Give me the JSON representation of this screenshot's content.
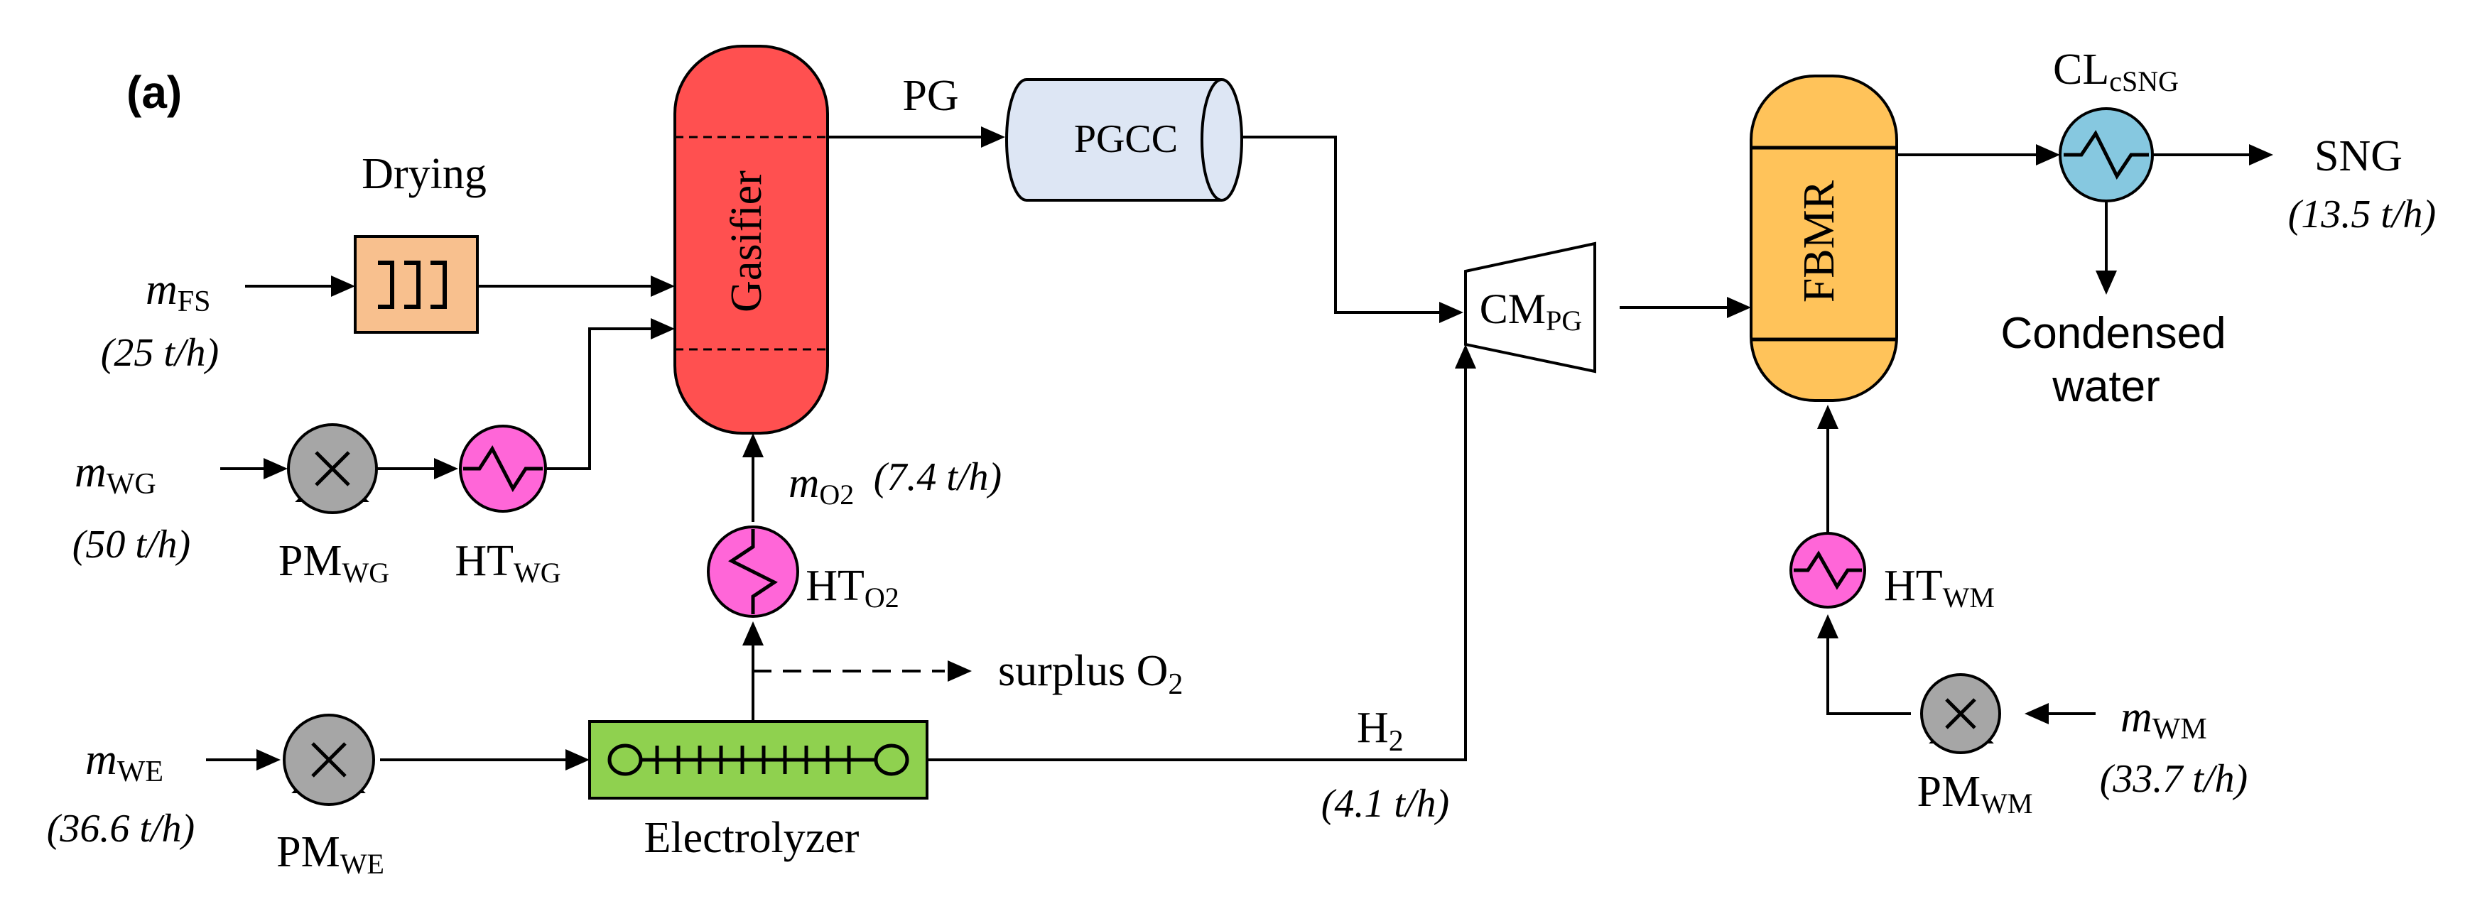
{
  "panel_label": "(a)",
  "colors": {
    "gasifier": "#ff5050",
    "drying": "#f8c08e",
    "pgcc": "#dde6f4",
    "fbmr": "#ffc35a",
    "heater": "#ff66d8",
    "cooler": "#86c8e0",
    "pump": "#a6a6a6",
    "electrolyzer": "#8fd14f"
  },
  "units": {
    "gasifier": "Gasifier",
    "drying": "Drying",
    "pgcc": "PGCC",
    "fbmr": "FBMR",
    "electrolyzer": "Electrolyzer",
    "cm_pg": {
      "main": "CM",
      "sub": "PG"
    },
    "cl_csng": {
      "main": "CL",
      "sub": "cSNG"
    },
    "ht_wg": {
      "main": "HT",
      "sub": "WG"
    },
    "ht_o2": {
      "main": "HT",
      "sub": "O2"
    },
    "ht_wm": {
      "main": "HT",
      "sub": "WM"
    },
    "pm_wg": {
      "main": "PM",
      "sub": "WG"
    },
    "pm_we": {
      "main": "PM",
      "sub": "WE"
    },
    "pm_wm": {
      "main": "PM",
      "sub": "WM"
    }
  },
  "streams": {
    "pg": "PG",
    "sng": "SNG",
    "sng_flow": "(13.5 t/h)",
    "condensed_line1": "Condensed",
    "condensed_line2": "water",
    "surplus": {
      "main": "surplus O",
      "sub": "2"
    },
    "h2": {
      "main": "H",
      "sub": "2"
    },
    "h2_flow": "(4.1 t/h)",
    "m_fs": {
      "main": "m",
      "sub": "FS"
    },
    "m_fs_flow": "(25 t/h)",
    "m_wg": {
      "main": "m",
      "sub": "WG"
    },
    "m_wg_flow": "(50 t/h)",
    "m_we": {
      "main": "m",
      "sub": "WE"
    },
    "m_we_flow": "(36.6 t/h)",
    "m_wm": {
      "main": "m",
      "sub": "WM"
    },
    "m_wm_flow": "(33.7 t/h)",
    "m_o2": {
      "main": "m",
      "sub": "O2"
    },
    "m_o2_flow": "(7.4 t/h)"
  }
}
